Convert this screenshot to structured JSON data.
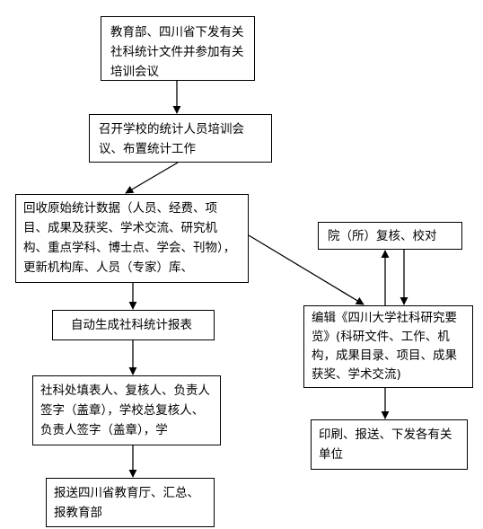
{
  "nodes": {
    "n1": "教育部、四川省下发有关社科统计文件并参加有关培训会议",
    "n2": "召开学校的统计人员培训会议、布置统计工作",
    "n3": "回收原始统计数据（人员、经费、项目、成果及获奖、学术交流、研究机构、重点学科、博士点、学会、刊物），更新机构库、人员（专家）库、",
    "n4": "自动生成社科统计报表",
    "n5": "社科处填表人、复核人、负责人签字（盖章），学校总复核人、负责人签字（盖章），学",
    "n6": "报送四川省教育厅、汇总、报教育部",
    "n7": "院（所）复核、校对",
    "n8": "编辑《四川大学社科研究要览》(科研文件、工作、机构，成果目录、项目、成果获奖、学术交流)",
    "n9": "印刷、报送、下发各有关单位"
  }
}
